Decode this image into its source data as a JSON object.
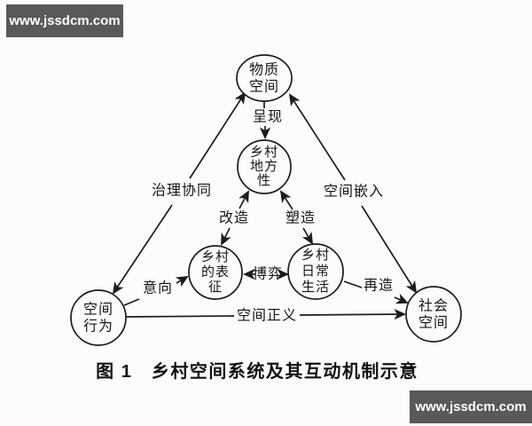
{
  "watermarks": {
    "top_left": "www.jssdcm.com",
    "bottom_right": "www.jssdcm.com"
  },
  "caption": "图 1　乡村空间系统及其互动机制示意",
  "nodes": {
    "physical_space": {
      "name": "物质空间",
      "line1": "物质",
      "line2": "空间"
    },
    "rural_locality": {
      "name": "乡村地方性",
      "line1": "乡村",
      "line2": "地方",
      "line3": "性"
    },
    "rural_representation": {
      "name": "乡村的表征",
      "line1": "乡村",
      "line2": "的表",
      "line3": "征"
    },
    "rural_daily_life": {
      "name": "乡村日常生活",
      "line1": "乡村",
      "line2": "日常",
      "line3": "生活"
    },
    "spatial_behavior": {
      "name": "空间行为",
      "line1": "空间",
      "line2": "行为"
    },
    "social_space": {
      "name": "社会空间",
      "line1": "社会",
      "line2": "空间"
    }
  },
  "edges": {
    "presentation": {
      "label": "呈现",
      "from": "物质空间",
      "to": "乡村地方性",
      "direction": "one-way"
    },
    "governance_synergy": {
      "label": "治理协同",
      "from": "空间行为",
      "to": "物质空间",
      "direction": "two-way"
    },
    "spatial_embedding": {
      "label": "空间嵌入",
      "from": "社会空间",
      "to": "物质空间",
      "direction": "two-way"
    },
    "transformation": {
      "label": "改造",
      "from": "乡村的表征",
      "to": "乡村地方性",
      "direction": "two-way"
    },
    "shaping": {
      "label": "塑造",
      "from": "乡村日常生活",
      "to": "乡村地方性",
      "direction": "two-way"
    },
    "game": {
      "label": "博弈",
      "from": "乡村的表征",
      "to": "乡村日常生活",
      "direction": "two-way"
    },
    "intention": {
      "label": "意向",
      "from": "空间行为",
      "to": "乡村的表征",
      "direction": "one-way"
    },
    "recreation": {
      "label": "再造",
      "from": "乡村日常生活",
      "to": "社会空间",
      "direction": "one-way"
    },
    "spatial_justice": {
      "label": "空间正义",
      "from": "空间行为",
      "to": "社会空间",
      "direction": "one-way"
    }
  },
  "colors": {
    "line": "#1c1c1c",
    "watermark_bg": "#595959",
    "watermark_text": "#ffffff",
    "background": "#fcfcfc"
  }
}
